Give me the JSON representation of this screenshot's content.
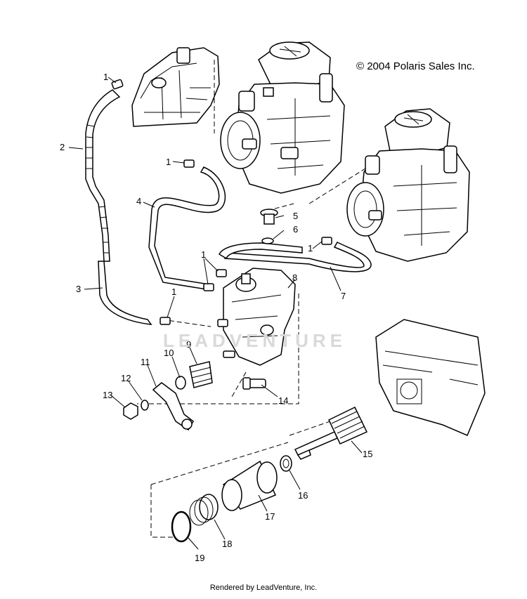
{
  "copyright": "© 2004 Polaris Sales Inc.",
  "footer": "Rendered by LeadVenture, Inc.",
  "watermark": "LEADVENTURE",
  "callouts": [
    {
      "id": "c1a",
      "text": "1"
    },
    {
      "id": "c2",
      "text": "2"
    },
    {
      "id": "c1b",
      "text": "1"
    },
    {
      "id": "c4",
      "text": "4"
    },
    {
      "id": "c5",
      "text": "5"
    },
    {
      "id": "c6",
      "text": "6"
    },
    {
      "id": "c1c",
      "text": "1"
    },
    {
      "id": "c1d",
      "text": "1"
    },
    {
      "id": "c3",
      "text": "3"
    },
    {
      "id": "c1e",
      "text": "1"
    },
    {
      "id": "c8",
      "text": "8"
    },
    {
      "id": "c7",
      "text": "7"
    },
    {
      "id": "c9",
      "text": "9"
    },
    {
      "id": "c10",
      "text": "10"
    },
    {
      "id": "c11",
      "text": "11"
    },
    {
      "id": "c12",
      "text": "12"
    },
    {
      "id": "c13",
      "text": "13"
    },
    {
      "id": "c14",
      "text": "14"
    },
    {
      "id": "c15",
      "text": "15"
    },
    {
      "id": "c16",
      "text": "16"
    },
    {
      "id": "c17",
      "text": "17"
    },
    {
      "id": "c18",
      "text": "18"
    },
    {
      "id": "c19",
      "text": "19"
    }
  ]
}
